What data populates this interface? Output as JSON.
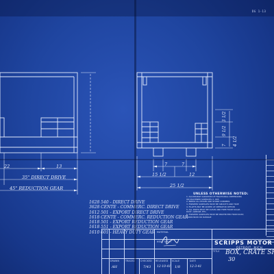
{
  "sheet": {
    "corner_label": "DG 1-13"
  },
  "dimensions": {
    "left_22": "22",
    "left_13": "13",
    "direct_drive": "35\" DIRECT DRIVE",
    "reduction_gear": "45\" REDUCTION GEAR",
    "right_7a": "7",
    "right_7b": "7",
    "right_15": "15 1/2",
    "right_12": "12",
    "right_25": "25 1/2",
    "vert_a": "3 1/2",
    "vert_b": "9 1/2",
    "vert_c": "7",
    "vert_d": "4 1/2"
  },
  "variants": [
    "1628  540  -  DIRECT DRIVE",
    "3628  CENTE -  COMMERC. DIRECT DRIVE",
    "1612  501  -  EXPORT DIRECT DRIVE",
    "1618  CENTE -  COMMERC. REDUCTION GEAR",
    "1618  501  -  EXPORT REDUCTION GEAR",
    "1618  551  -  EXPORT REDUCTION GEAR",
    "1610  601  -  HEAVY DUTY GEAR"
  ],
  "notes": {
    "title": "UNLESS OTHERWISE NOTED:",
    "items": [
      "1. ALLOWABLE VARIATION OF FRACTIONAL DIMENSIONS",
      "   ON MACHINED SURFACES ± .005",
      "2. BREAK ALL EDGES AND SHARP CORNERS",
      "3. FINISHED SURFACES MUST BE SMOOTH AND TRUE",
      "4. FILLETS MAY BE ADDED AT OPERATOR OPTION",
      "5. ALL PARTS MUST BE CLEAN AND FREE FROM SCALE,",
      "   RUST, GREASE, ETC.",
      "6. FINISHED SURFACES MUST BE PROTECTED FROM RUST,",
      "   CORROSION OR DAMAGE"
    ]
  },
  "title_block": {
    "material_label": "MATERIAL",
    "heat_label": "HEAT TREAT",
    "drawn_label": "DRAWN",
    "traced_label": "TRACED",
    "checked_label": "CHECKED",
    "released_label": "RELEASED",
    "scale_label": "SCALE",
    "date_label": "DATE",
    "title_label": "TITLE",
    "company": "SCRIPPS MOTOR",
    "city": "DETROIT, MICH",
    "title_line1": "BOX, CRATE SHIP",
    "title_line2": "30",
    "hw_drawn": "AH",
    "hw_date": "12-3-41",
    "hw_scale": "1/8",
    "hw_released": "12-10-41",
    "hw_checked": "7/43"
  }
}
